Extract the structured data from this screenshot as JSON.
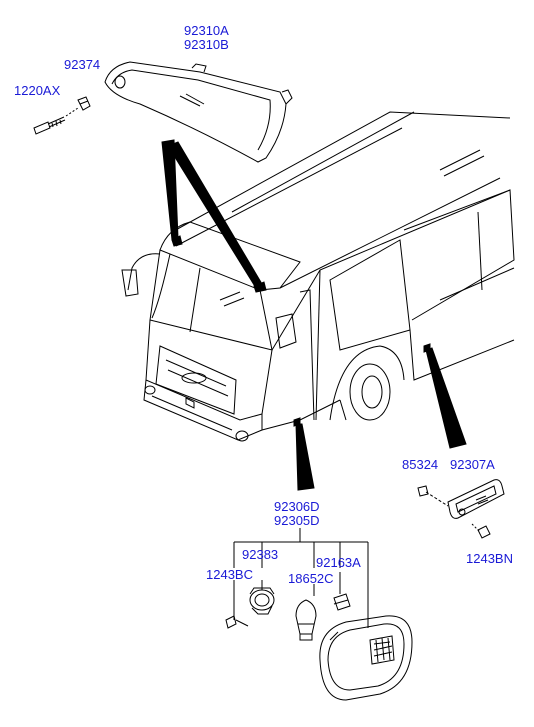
{
  "diagram": {
    "label_color": "#1a1ad6",
    "line_color": "#000000",
    "part_numbers": {
      "lamp_a": "92310A",
      "lamp_b": "92310B",
      "nut": "92374",
      "screw": "1220AX",
      "lamp_d": "92306D",
      "lamp_d2": "92305D",
      "socket": "92383",
      "screw_bc": "1243BC",
      "bulb": "18652C",
      "grommet": "92163A",
      "clip": "85324",
      "plate_lamp": "92307A",
      "screw_bn": "1243BN"
    }
  }
}
